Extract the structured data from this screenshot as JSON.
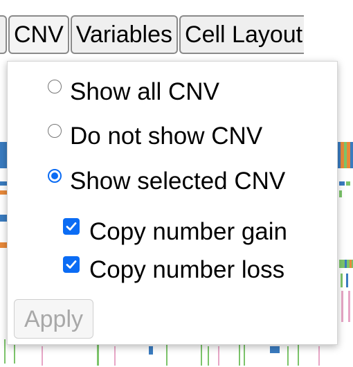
{
  "toolbar": {
    "tabs": [
      {
        "label": "CNV",
        "active": true
      },
      {
        "label": "Variables",
        "active": false
      },
      {
        "label": "Cell Layout",
        "active": false
      }
    ]
  },
  "cnv_menu": {
    "options": [
      {
        "label": "Show all CNV",
        "selected": false
      },
      {
        "label": "Do not show CNV",
        "selected": false
      },
      {
        "label": "Show selected CNV",
        "selected": true
      }
    ],
    "filters": [
      {
        "label": "Copy number gain",
        "checked": true
      },
      {
        "label": "Copy number loss",
        "checked": true
      }
    ],
    "apply_label": "Apply",
    "apply_enabled": false
  },
  "colors": {
    "accent": "#0b6cf4",
    "track_blue": "#3a7bbf",
    "track_orange": "#e8893a",
    "track_green": "#7cc46a",
    "track_pink": "#e7a6c6"
  }
}
